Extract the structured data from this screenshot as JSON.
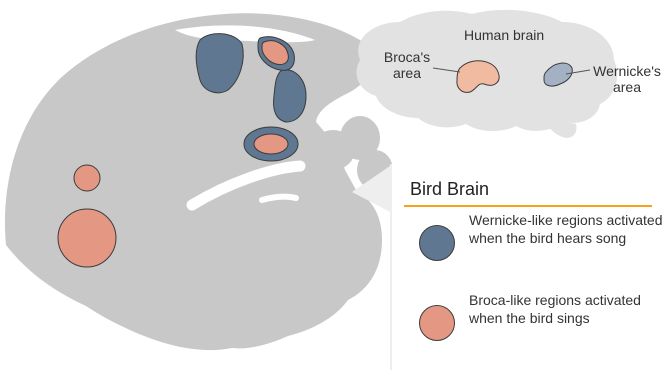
{
  "human_brain": {
    "title": "Human brain",
    "broca_label": "Broca's\narea",
    "wernicke_label": "Wernicke's\narea"
  },
  "legend": {
    "title": "Bird Brain",
    "items": [
      {
        "text": "Wernicke-like regions activated when the bird hears song",
        "color": "#5f7791"
      },
      {
        "text": "Broca-like regions activated when the bird sings",
        "color": "#e49883"
      }
    ]
  },
  "colors": {
    "bird_brain": "#c8c8c8",
    "human_brain": "#e2e2e2",
    "broca": "#f1bba1",
    "wernicke": "#a4b0c4",
    "wernicke_like": "#5f7791",
    "broca_like": "#e49883",
    "accent": "#f5a21d",
    "outline": "#3c3c3c"
  }
}
